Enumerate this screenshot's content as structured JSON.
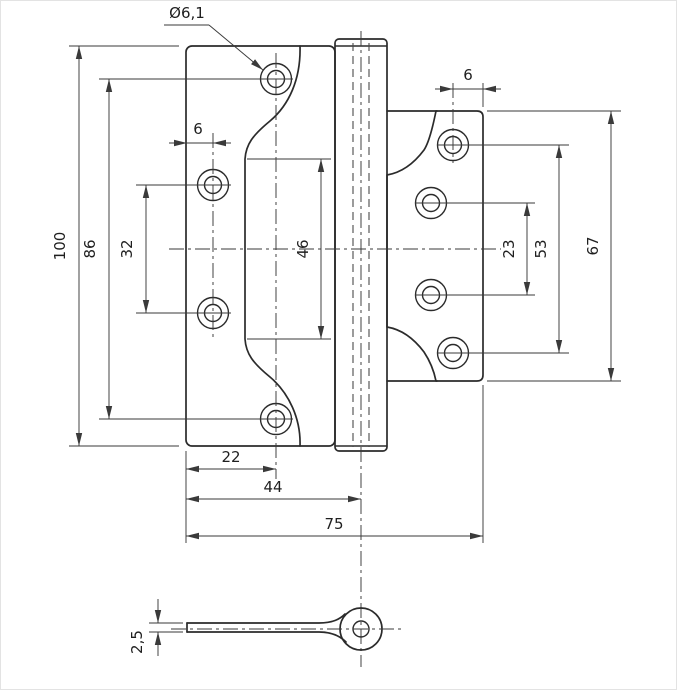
{
  "labels": {
    "diameter": "Ø6,1",
    "height_total": "100",
    "holes_outer_span": "86",
    "holes_middle_span": "32",
    "edge_to_hole_left": "6",
    "cutout_height": "46",
    "edge_to_hole_right": "6",
    "right_middle_span": "23",
    "right_outer_span": "53",
    "right_leaf_height": "67",
    "hole_column_offset": "22",
    "pin_center_offset": "44",
    "width_total": "75",
    "leaf_thickness": "2,5"
  },
  "colors": {
    "line": "#2b2b2b",
    "dimension": "#3a3a3a",
    "background": "#ffffff"
  }
}
